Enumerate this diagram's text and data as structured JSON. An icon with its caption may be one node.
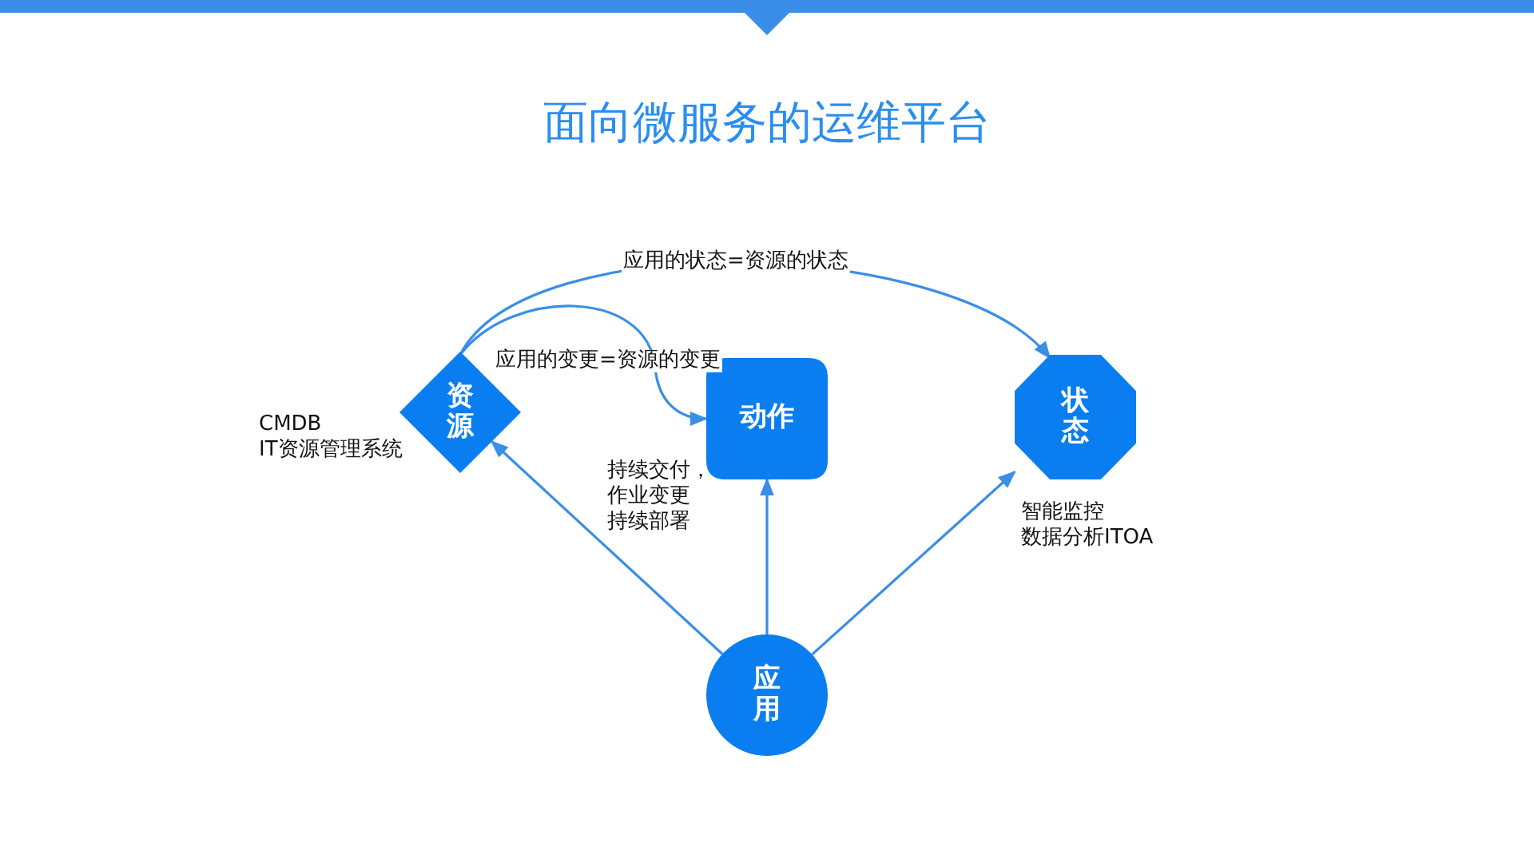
{
  "diagram": {
    "title": "面向微服务的运维平台",
    "nodes": [
      {
        "text": [
          "资源"
        ],
        "beside": [
          "CMDB",
          "IT资源管理系统"
        ]
      },
      {
        "text": [
          "动作"
        ],
        "beside": [
          "持续交付，",
          "作业变更",
          "持续部署"
        ]
      },
      {
        "text": [
          "状态"
        ],
        "beside": [
          "智能监控",
          "数据分析ITOA"
        ]
      },
      {
        "text": [
          "应用"
        ]
      }
    ],
    "edges": [
      {
        "from": 0,
        "to": 2,
        "arrow": "to",
        "label": "应用的状态=资源的状态"
      },
      {
        "from": 0,
        "to": 1,
        "arrow": "to",
        "label": "应用的变更=资源的变更"
      },
      {
        "from": 3,
        "to": 0,
        "arrow": "to"
      },
      {
        "from": 3,
        "to": 1,
        "arrow": "to"
      },
      {
        "from": 3,
        "to": 2,
        "arrow": "to"
      }
    ]
  }
}
